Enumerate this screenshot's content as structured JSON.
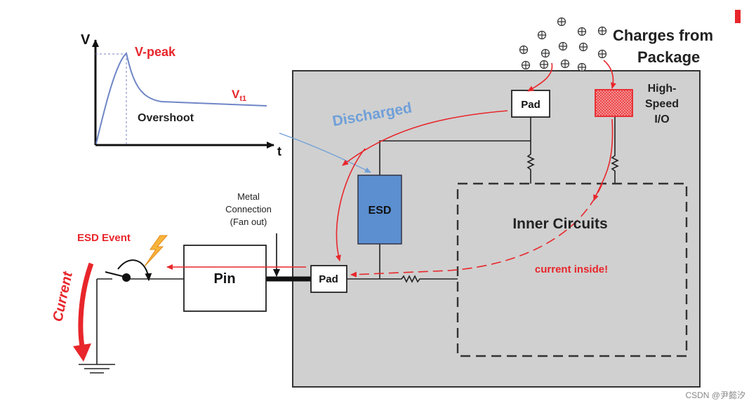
{
  "graph": {
    "y_axis_label": "V",
    "x_axis_label": "t",
    "peak_label": "V-peak",
    "vt_main": "V",
    "vt_sub": "t1",
    "overshoot_label": "Overshoot"
  },
  "charges_label_line1": "Charges from",
  "charges_label_line2": "Package",
  "discharged_label": "Discharged",
  "pad_top_label": "Pad",
  "hsio_label_line1": "High-",
  "hsio_label_line2": "Speed",
  "hsio_label_line3": "I/O",
  "esd_label": "ESD",
  "inner_circuits_label": "Inner Circuits",
  "current_inside_label": "current inside!",
  "metal_label_line1": "Metal",
  "metal_label_line2": "Connection",
  "metal_label_line3": "(Fan out)",
  "esd_event_label": "ESD Event",
  "pin_label": "Pin",
  "pad_bottom_label": "Pad",
  "current_label": "Current",
  "watermark": "CSDN @尹懿汐",
  "colors": {
    "red": "#e8262b",
    "blue_text": "#6f9fd8",
    "esd_fill": "#5b8fd0",
    "chip_fill": "#d0d0d0",
    "graph_curve": "#6f86c7"
  }
}
